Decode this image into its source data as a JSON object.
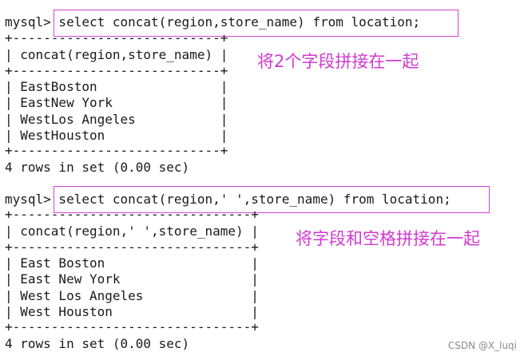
{
  "query1": {
    "prompt": "mysql>",
    "command": " select concat(region,store_name) from location;",
    "border_top": "+---------------------------+",
    "header": "| concat(region,store_name) |",
    "border_mid": "+---------------------------+",
    "rows": [
      "| EastBoston                |",
      "| EastNew York              |",
      "| WestLos Angeles           |",
      "| WestHouston               |"
    ],
    "border_bottom": "+---------------------------+",
    "footer": "4 rows in set (0.00 sec)",
    "annotation": "将2个字段拼接在一起"
  },
  "query2": {
    "prompt": "mysql>",
    "command": " select concat(region,' ',store_name) from location;",
    "border_top": "+-------------------------------+",
    "header": "| concat(region,' ',store_name) |",
    "border_mid": "+-------------------------------+",
    "rows": [
      "| East Boston                   |",
      "| East New York                 |",
      "| West Los Angeles              |",
      "| West Houston                  |"
    ],
    "border_bottom": "+-------------------------------+",
    "footer": "4 rows in set (0.00 sec)",
    "annotation": "将字段和空格拼接在一起"
  },
  "watermark": "CSDN @X_luqi",
  "colors": {
    "highlight": "#d246d2",
    "annotation": "#d03ad0",
    "text": "#1a1a1a"
  }
}
